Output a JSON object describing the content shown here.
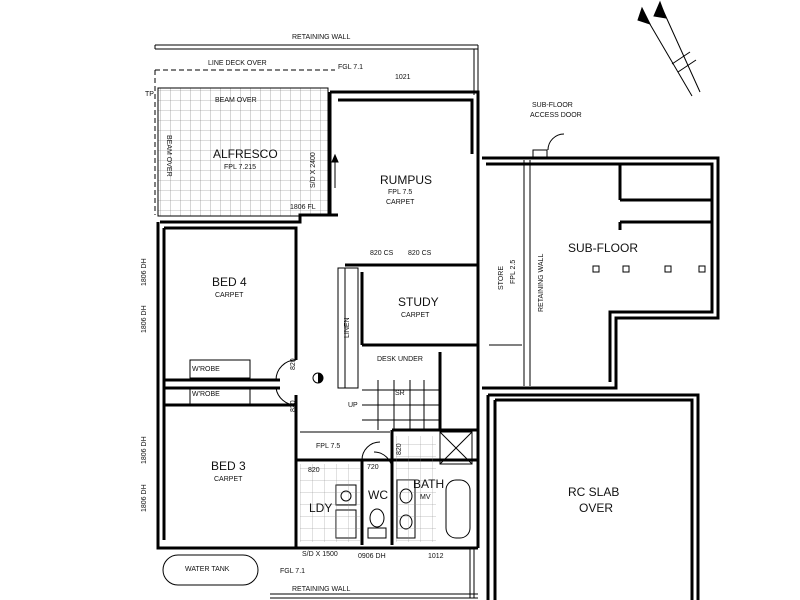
{
  "plan": {
    "walls": {
      "retaining_wall_top": "RETAINING WALL",
      "retaining_wall_bottom": "RETAINING WALL",
      "retaining_wall_vertical": "RETAINING WALL",
      "line_deck_over": "LINE DECK OVER",
      "beam_over_top": "BEAM OVER",
      "beam_over_side": "BEAM OVER"
    },
    "rooms": {
      "alfresco": {
        "name": "ALFRESCO",
        "note": "FPL 7.215"
      },
      "rumpus": {
        "name": "RUMPUS",
        "note": "FPL 7.5",
        "finish": "CARPET"
      },
      "bed4": {
        "name": "BED 4",
        "finish": "CARPET"
      },
      "bed3": {
        "name": "BED 3",
        "finish": "CARPET"
      },
      "study": {
        "name": "STUDY",
        "finish": "CARPET"
      },
      "store": {
        "name": "STORE",
        "note": "FPL 2.5"
      },
      "sub_floor": {
        "name": "SUB-FLOOR"
      },
      "rc_slab": {
        "name": "RC SLAB",
        "sub": "OVER"
      },
      "linen": {
        "name": "LINEN"
      },
      "wc": {
        "name": "WC"
      },
      "bath": {
        "name": "BATH",
        "sub": "MV"
      },
      "ldy": {
        "name": "LDY"
      },
      "wrobe_upper": {
        "name": "W'ROBE"
      },
      "wrobe_lower": {
        "name": "W'ROBE"
      }
    },
    "notes": {
      "fgl_top": "FGL 7.1",
      "fgl_bottom": "FGL 7.1",
      "window_1021": "1021",
      "window_1806_fl": "1806 FL",
      "sd_2400": "S/D X 2400",
      "sd_1500": "S/D X 1500",
      "w_0906_dh": "0906 DH",
      "w_1012": "1012",
      "cs_820_a": "820 CS",
      "cs_820_b": "820 CS",
      "desk_under": "DESK UNDER",
      "fpl_75": "FPL 7.5",
      "door_820_a": "820",
      "door_820_b": "820",
      "door_820_c": "820",
      "door_720": "720",
      "door_820_bath": "820",
      "dh_1806_a": "1806 DH",
      "dh_1806_b": "1806 DH",
      "dh_1806_c": "1806 DH",
      "dh_1806_d": "1806 DH",
      "up": "UP",
      "sr": "SR",
      "tp": "TP",
      "sub_floor_access": "SUB-FLOOR",
      "access_door": "ACCESS DOOR",
      "water_tank": "WATER TANK"
    }
  }
}
